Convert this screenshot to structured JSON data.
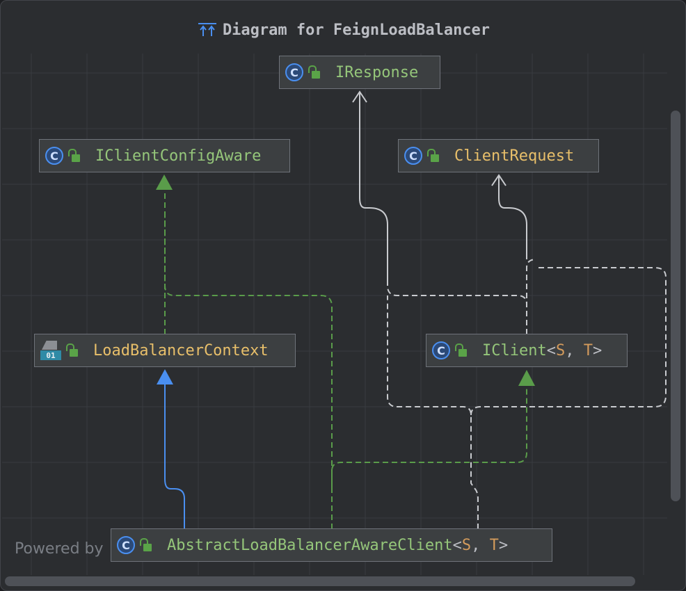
{
  "window": {
    "title": "Diagram for FeignLoadBalancer",
    "title_icon": "diagram-layout-icon"
  },
  "footer": {
    "powered_by": "Powered by"
  },
  "colors": {
    "background": "#2b2d30",
    "grid": "#3a3d42",
    "node_bg": "#3c3f41",
    "node_border": "#6f737a",
    "green_name": "#95c67a",
    "orange_name": "#e8bf6a",
    "inheritance_blue": "#4a8ff0",
    "implements_green": "#5a9c4a",
    "dependency_gray": "#c9cbcf"
  },
  "nodes": [
    {
      "id": "iresponse",
      "name": "IResponse",
      "kind": "interface",
      "icon": "class-icon",
      "icon_letter": "C",
      "visibility_icon": "lock-open-icon",
      "name_color": "green"
    },
    {
      "id": "iclientconfigaware",
      "name": "IClientConfigAware",
      "kind": "interface",
      "icon": "class-icon",
      "icon_letter": "C",
      "visibility_icon": "lock-open-icon",
      "name_color": "green"
    },
    {
      "id": "clientrequest",
      "name": "ClientRequest",
      "kind": "class",
      "icon": "class-icon",
      "icon_letter": "C",
      "visibility_icon": "lock-open-icon",
      "name_color": "orange"
    },
    {
      "id": "loadbalancercontext",
      "name": "LoadBalancerContext",
      "kind": "compiled-class",
      "icon": "binary-class-icon",
      "icon_letter": "01",
      "visibility_icon": "lock-open-icon",
      "name_color": "orange"
    },
    {
      "id": "iclient",
      "name": "IClient",
      "type_params": [
        "S",
        "T"
      ],
      "kind": "interface",
      "icon": "class-icon",
      "icon_letter": "C",
      "visibility_icon": "lock-open-icon",
      "name_color": "green"
    },
    {
      "id": "abstractlbaclient",
      "name": "AbstractLoadBalancerAwareClient",
      "type_params": [
        "S",
        "T"
      ],
      "kind": "abstract-class",
      "icon": "class-icon",
      "icon_letter": "C",
      "visibility_icon": "lock-open-icon",
      "name_color": "green"
    }
  ],
  "edges": [
    {
      "from": "abstractlbaclient",
      "to": "loadbalancercontext",
      "type": "extends"
    },
    {
      "from": "loadbalancercontext",
      "to": "iclientconfigaware",
      "type": "implements"
    },
    {
      "from": "abstractlbaclient",
      "to": "iclientconfigaware",
      "type": "implements"
    },
    {
      "from": "abstractlbaclient",
      "to": "iclient",
      "type": "implements"
    },
    {
      "from": "iclient",
      "to": "iresponse",
      "type": "depends"
    },
    {
      "from": "iclient",
      "to": "clientrequest",
      "type": "depends"
    },
    {
      "from": "abstractlbaclient",
      "to": "iresponse",
      "type": "depends"
    },
    {
      "from": "abstractlbaclient",
      "to": "clientrequest",
      "type": "depends"
    }
  ]
}
